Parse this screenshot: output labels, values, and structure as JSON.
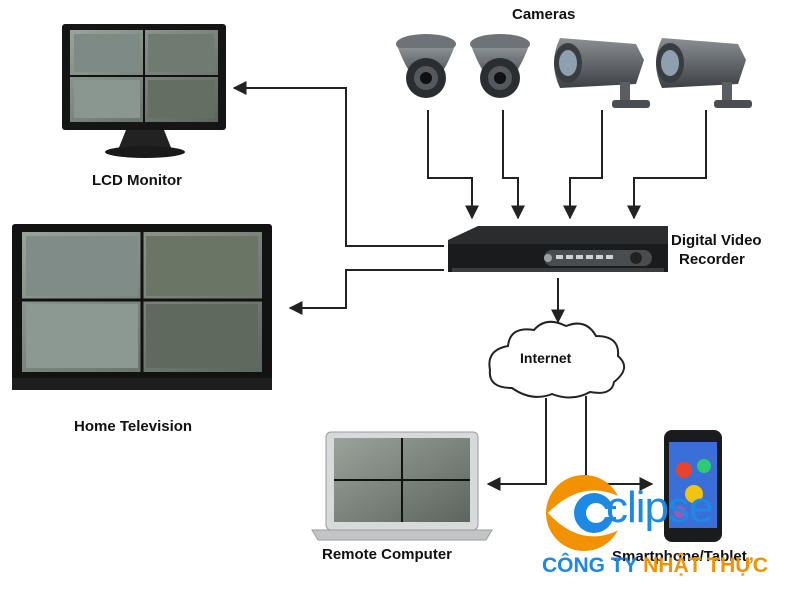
{
  "labels": {
    "cameras": "Cameras",
    "lcd_monitor": "LCD Monitor",
    "home_television": "Home Television",
    "dvr_line1": "Digital Video",
    "dvr_line2": "Recorder",
    "internet": "Internet",
    "remote_computer": "Remote Computer",
    "smartphone_tablet": "Smartphone/Tablet"
  },
  "logo": {
    "text": "clipse",
    "company_part1": "CÔNG TY ",
    "company_part2": "NHẬT THỰC"
  },
  "colors": {
    "logo_blue": "#1e88e5",
    "logo_orange": "#f39200",
    "arrow": "#222222"
  }
}
